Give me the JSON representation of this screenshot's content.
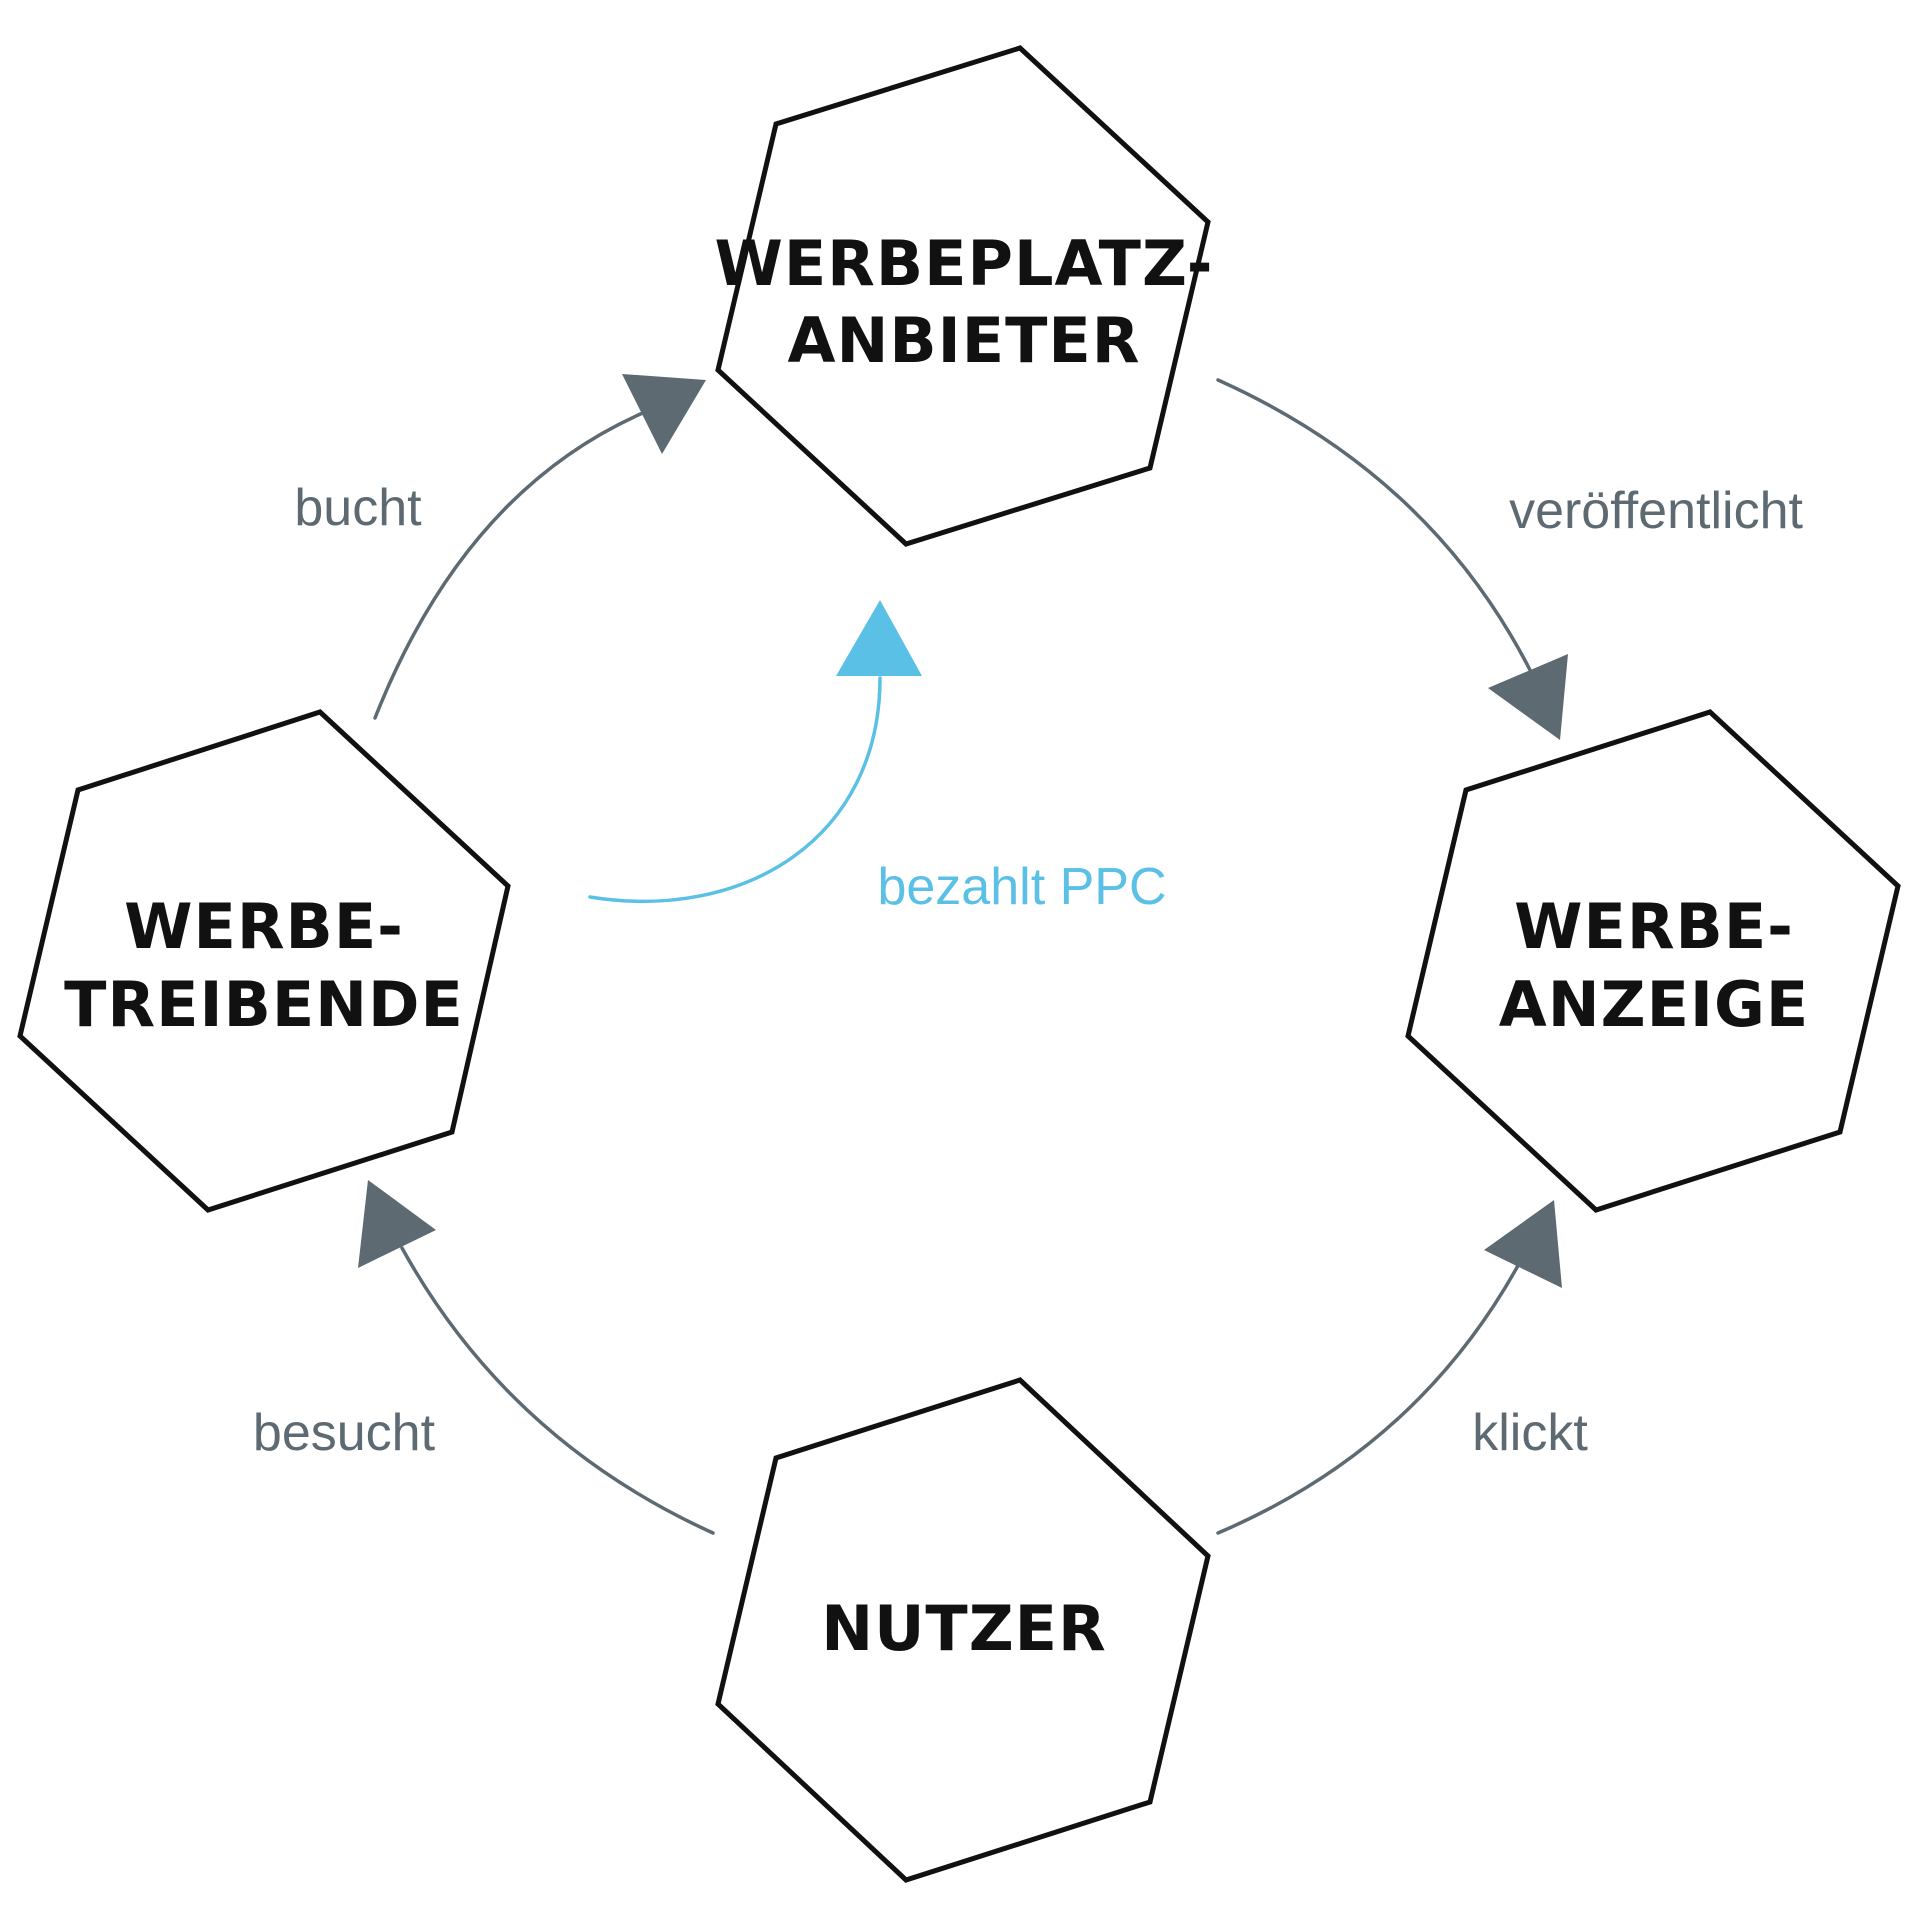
{
  "colors": {
    "edge": "#5e6a72",
    "accent": "#5bc0e6",
    "outline": "#111111"
  },
  "nodes": {
    "anbieter": {
      "line1": "WERBEPLATZ-",
      "line2": "ANBIETER"
    },
    "treibende": {
      "line1": "WERBE-",
      "line2": "TREIBENDE"
    },
    "anzeige": {
      "line1": "WERBE-",
      "line2": "ANZEIGE"
    },
    "nutzer": {
      "line1": "NUTZER"
    }
  },
  "edges": {
    "bucht": {
      "label": "bucht"
    },
    "veroeffentlicht": {
      "label": "veröffentlicht"
    },
    "besucht": {
      "label": "besucht"
    },
    "klickt": {
      "label": "klickt"
    },
    "ppc": {
      "label": "bezahlt PPC"
    }
  }
}
